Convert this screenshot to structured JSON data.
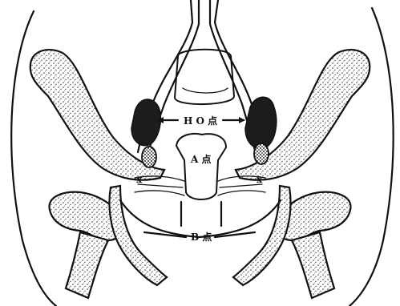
{
  "labels": {
    "ho_point": "H O 点",
    "a_point": "A 点",
    "b_point": "B 点"
  },
  "colors": {
    "ink": "#111111",
    "paper": "#ffffff",
    "tumor": "#1c1c1c"
  }
}
